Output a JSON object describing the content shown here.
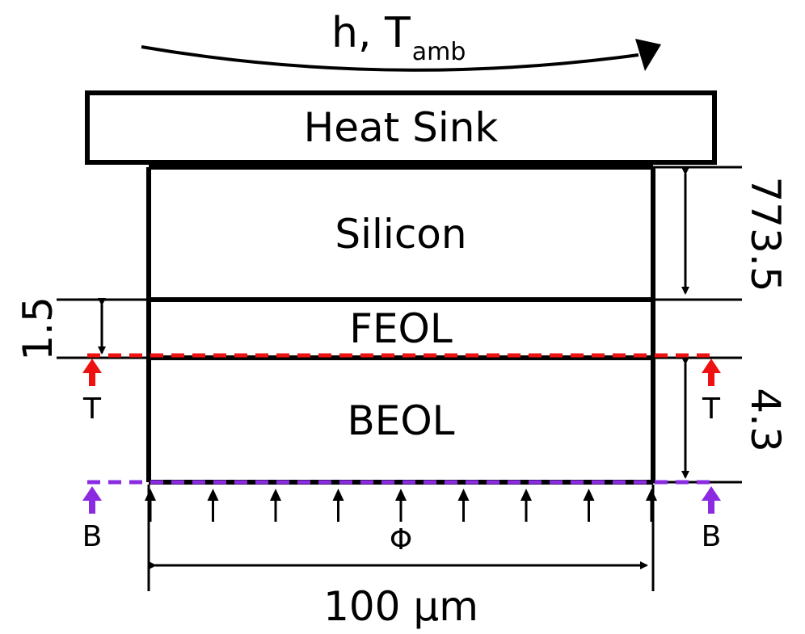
{
  "boundary": {
    "h_symbol": "h, T",
    "t_subscript": "amb"
  },
  "layers": {
    "heat_sink": "Heat Sink",
    "silicon": "Silicon",
    "feol": "FEOL",
    "beol": "BEOL"
  },
  "dimensions": {
    "silicon_thickness": "773.5",
    "feol_thickness": "1.5",
    "beol_thickness": "4.3",
    "width": "100 µm"
  },
  "markers": {
    "top_left": "T",
    "top_right": "T",
    "bottom_left": "B",
    "bottom_right": "B",
    "heat_flux": "Φ"
  },
  "colors": {
    "top_boundary": "#ee1111",
    "bottom_boundary": "#8a2be2",
    "outline": "#000000"
  }
}
